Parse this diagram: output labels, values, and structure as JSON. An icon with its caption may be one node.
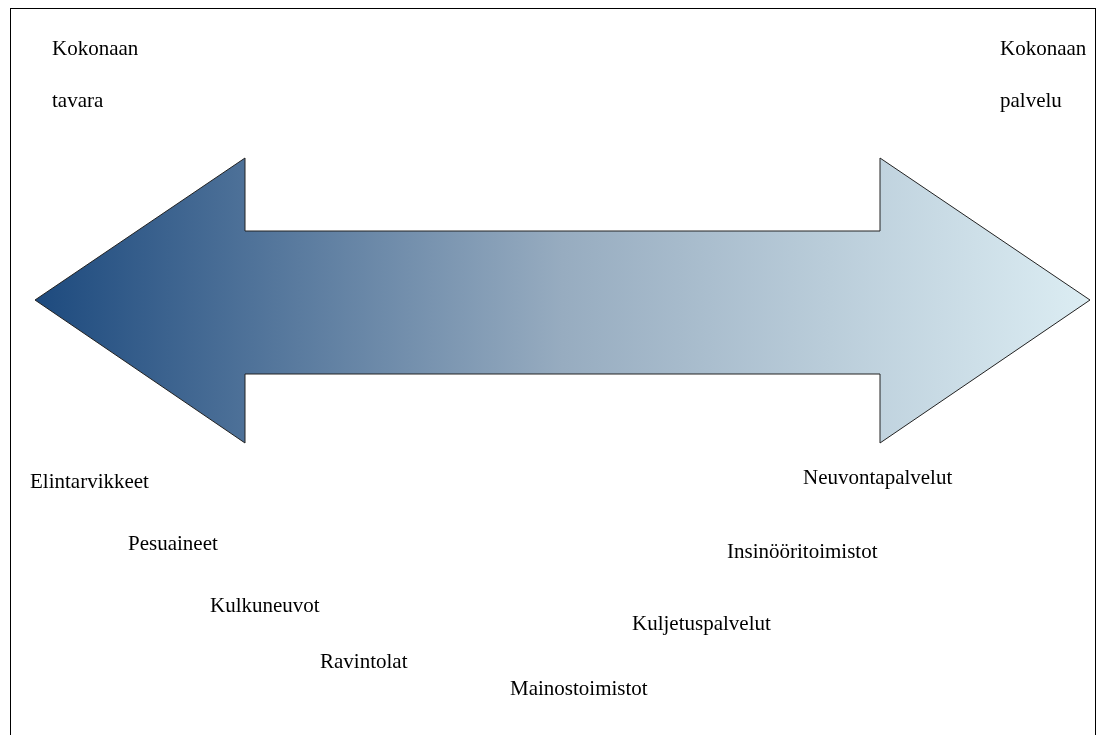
{
  "diagram": {
    "labels": [
      "Kokonaan tavara",
      "Kokonaan palvelu",
      "Elintarvikkeet",
      "Neuvontapalvelut",
      "Pesuaineet",
      "Insinööritoimistot",
      "Kulkuneuvot",
      "Kuljetuspalvelut",
      "Ravintolat",
      "Mainostoimistot"
    ]
  }
}
